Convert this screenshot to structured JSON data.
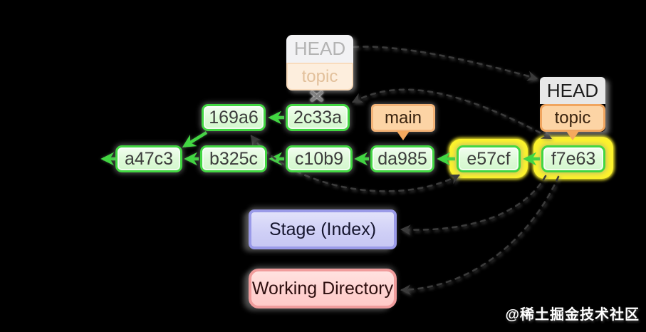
{
  "commits": [
    "a47c3",
    "b325c",
    "c10b9",
    "da985",
    "e57cf",
    "f7e63",
    "169a6",
    "2c33a"
  ],
  "refs": {
    "main": "main"
  },
  "old_pointer": {
    "head": "HEAD",
    "branch": "topic",
    "deleted_mark": "×"
  },
  "new_pointer": {
    "head": "HEAD",
    "branch": "topic"
  },
  "areas": {
    "stage": "Stage (Index)",
    "working_directory": "Working Directory"
  },
  "watermark": {
    "text": "@稀土掘金技术社区"
  },
  "highlighted_commits": [
    "e57cf",
    "f7e63"
  ],
  "edges": {
    "parent_edges": [
      [
        "b325c",
        "a47c3"
      ],
      [
        "c10b9",
        "b325c"
      ],
      [
        "da985",
        "c10b9"
      ],
      [
        "e57cf",
        "da985"
      ],
      [
        "f7e63",
        "e57cf"
      ],
      [
        "169a6",
        "a47c3"
      ],
      [
        "2c33a",
        "169a6"
      ],
      [
        "a47c3",
        "(earlier history)"
      ]
    ],
    "dashed_edges": [
      [
        "HEAD old position",
        "HEAD new position"
      ],
      [
        "2c33a",
        "f7e63"
      ],
      [
        "e57cf",
        "169a6"
      ],
      [
        "f7e63",
        "Stage (Index)"
      ],
      [
        "f7e63",
        "Working Directory"
      ]
    ]
  },
  "colors": {
    "background": "#000000",
    "commit_border": "#42d642",
    "commit_fill": "#ddfad7",
    "highlight": "#fdf32c",
    "branch_tag_fill": "#fcd4a5",
    "branch_tag_border": "#f0a55f",
    "head_tag_fill": "#e8e8e8",
    "stage_fill": "#cfcff6",
    "stage_border": "#9a9ae8",
    "working_fill": "#ffd2d0",
    "working_border": "#f09c9c",
    "edge_dashed": "#3b3b3b"
  }
}
